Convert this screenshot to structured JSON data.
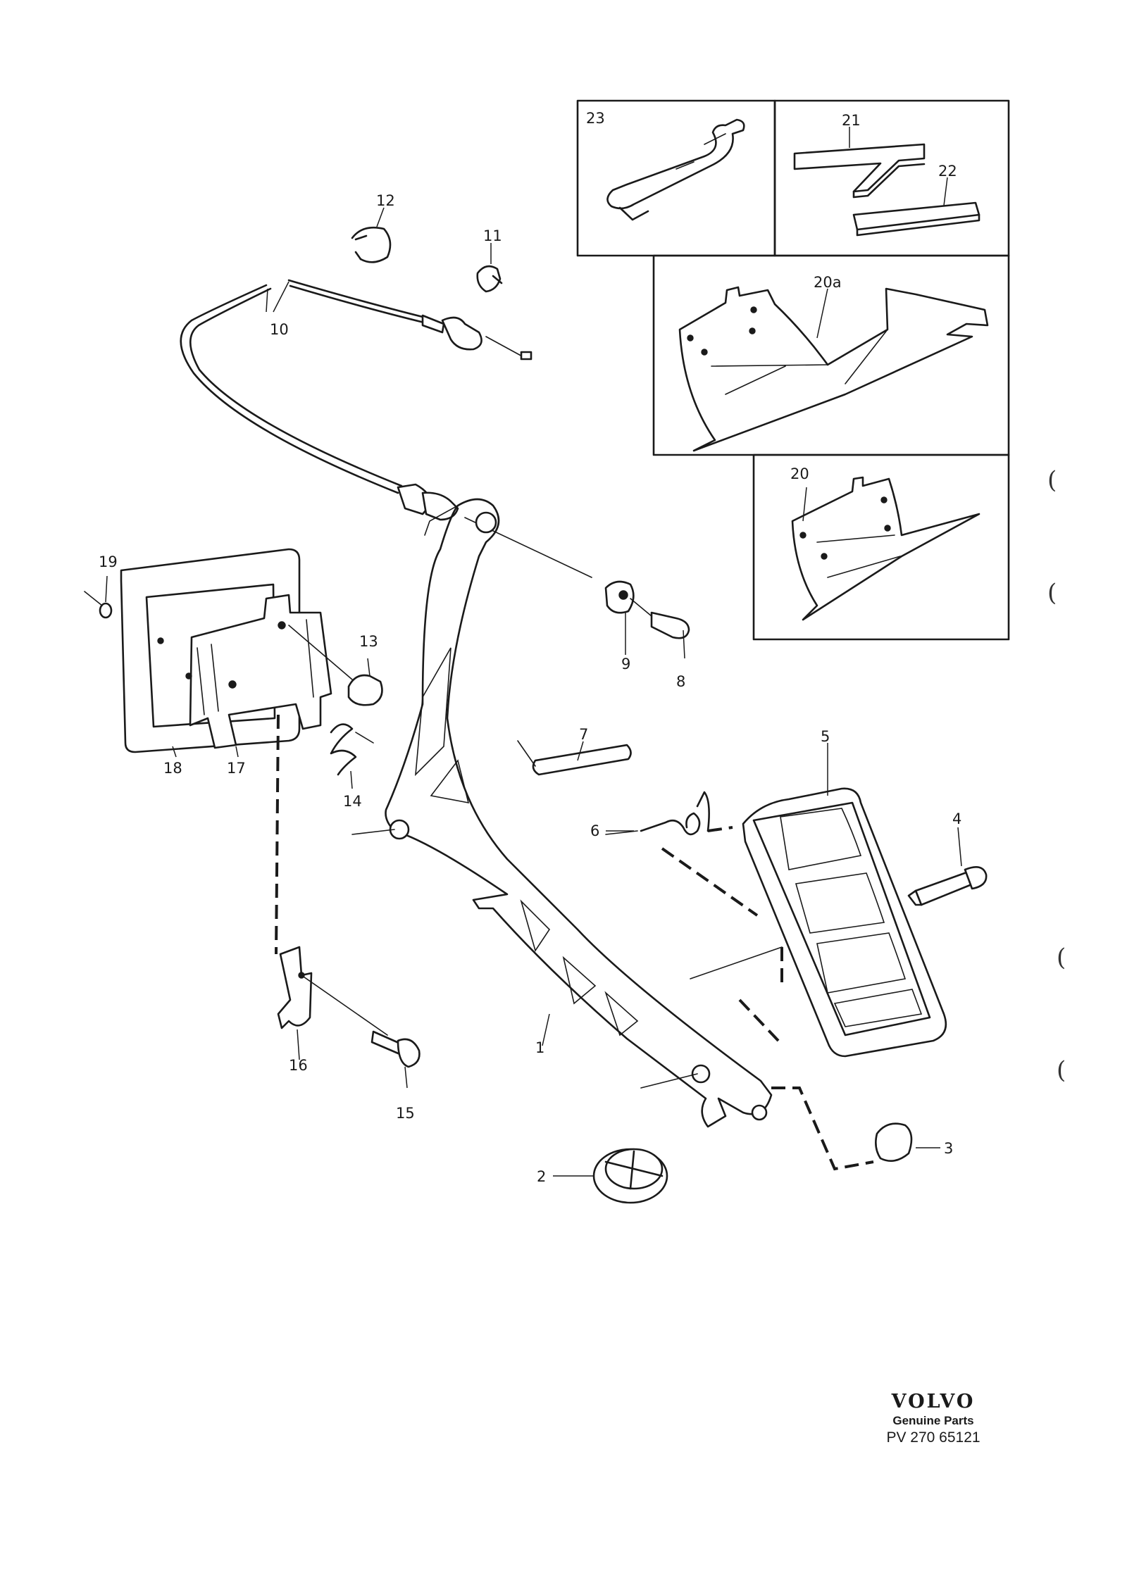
{
  "labels": {
    "l1": "1",
    "l2": "2",
    "l3": "3",
    "l4": "4",
    "l5": "5",
    "l6": "6",
    "l7": "7",
    "l8": "8",
    "l9": "9",
    "l10": "10",
    "l11": "11",
    "l12": "12",
    "l13": "13",
    "l14": "14",
    "l15": "15",
    "l16": "16",
    "l17": "17",
    "l18": "18",
    "l19": "19",
    "l20": "20",
    "l20a": "20a",
    "l21": "21",
    "l22": "22",
    "l23": "23"
  },
  "brand": {
    "name": "VOLVO",
    "subtitle": "Genuine Parts",
    "code": "PV 270 65121"
  },
  "margin_marks": [
    "(",
    "(",
    "(",
    "("
  ]
}
